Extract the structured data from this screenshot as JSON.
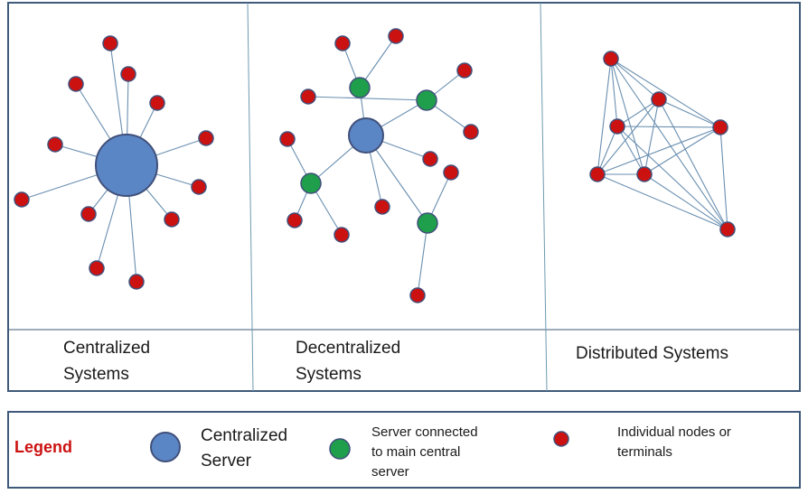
{
  "panels": [
    {
      "caption_line1": "Centralized",
      "caption_line2": "Systems"
    },
    {
      "caption_line1": "Decentralized",
      "caption_line2": "Systems"
    },
    {
      "caption_line1": "Distributed Systems"
    }
  ],
  "legend": {
    "title": "Legend",
    "items": [
      {
        "line1": "Centralized",
        "line2": "Server",
        "color": "#5b86c5"
      },
      {
        "line1": "Server connected",
        "line2": "to main central",
        "line3": "server",
        "color": "#1f9e4b"
      },
      {
        "line1": "Individual nodes or",
        "line2": "terminals",
        "color": "#cc1111"
      }
    ]
  },
  "colors": {
    "central_server": "#5b86c5",
    "sub_server": "#1f9e4b",
    "node": "#cc1111",
    "outline": "#40507a",
    "link": "#6a8fb0",
    "frame": "#3f5a7a"
  }
}
